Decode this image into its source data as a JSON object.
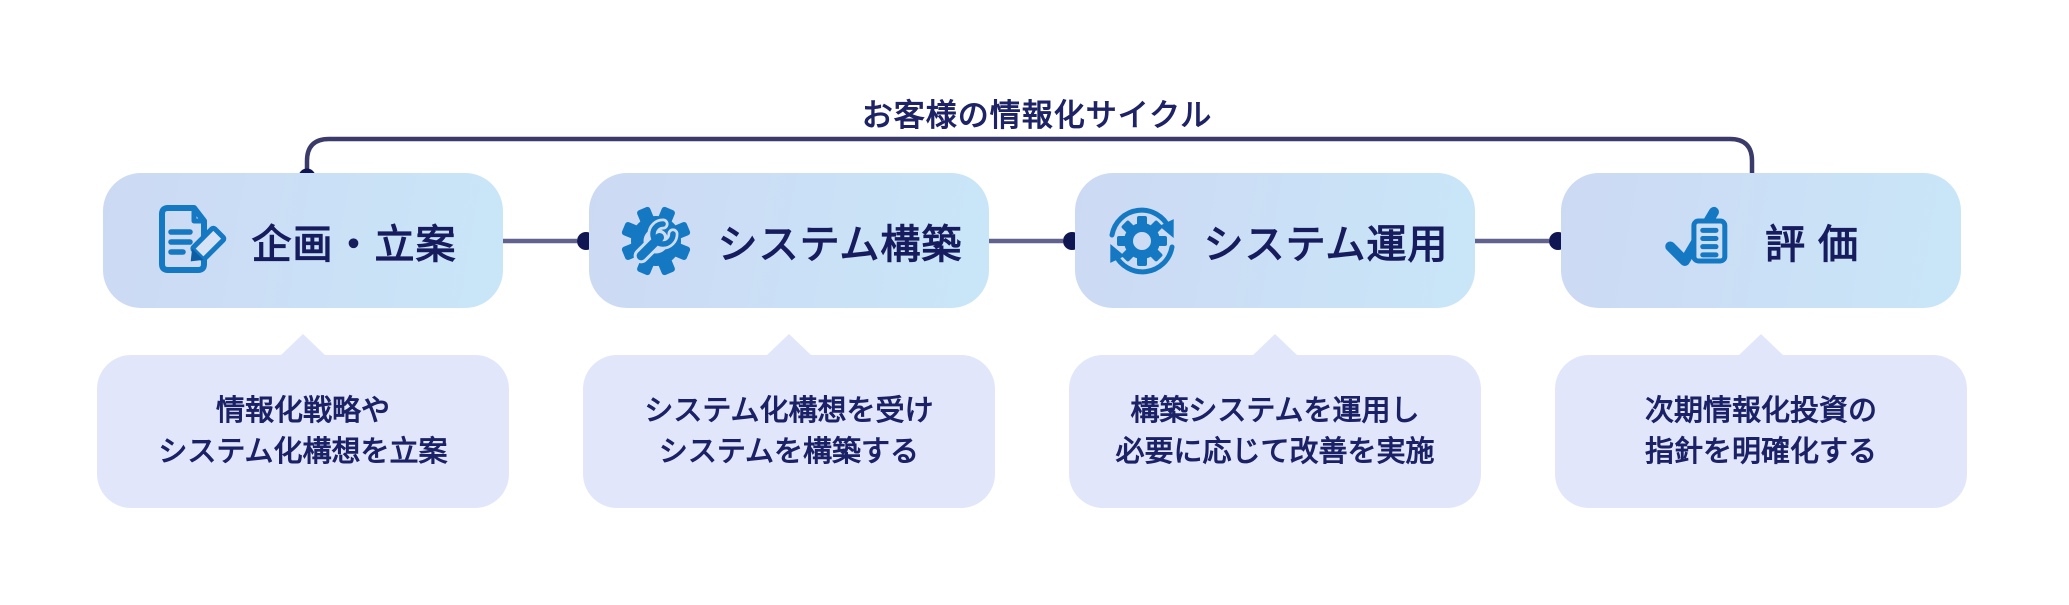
{
  "title": "お客様の情報化サイクル",
  "steps": [
    {
      "label": "企画・立案",
      "icon": "document-edit-icon",
      "description_lines": [
        "情報化戦略や",
        "システム化構想を立案"
      ]
    },
    {
      "label": "システム構築",
      "icon": "gear-wrench-icon",
      "description_lines": [
        "システム化構想を受け",
        "システムを構築する"
      ]
    },
    {
      "label": "システム運用",
      "icon": "gear-cycle-icon",
      "description_lines": [
        "構築システムを運用し",
        "必要に応じて改善を実施"
      ]
    },
    {
      "label": "評 価",
      "icon": "check-document-icon",
      "description_lines": [
        "次期情報化投資の",
        "指針を明確化する"
      ]
    }
  ],
  "colors": {
    "step_box_gradient_left": "#ccd9f3",
    "step_box_gradient_right": "#c9e6f8",
    "description_box_bg": "#e2e6fa",
    "text_navy": "#1b2166",
    "label_navy": "#161c5e",
    "icon_blue": "#1478c2",
    "icon_dark_blue": "#0d5da5",
    "cycle_line": "#3b3b6b",
    "connector_line": "#62628e",
    "dot_navy": "#0f1652"
  }
}
